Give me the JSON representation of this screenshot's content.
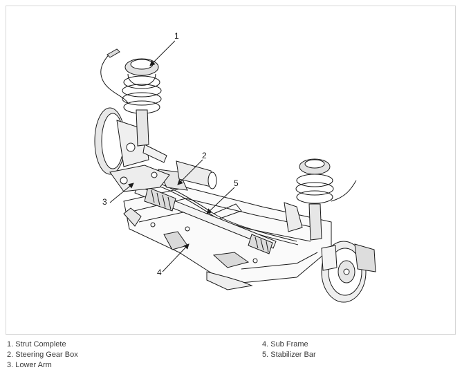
{
  "diagram": {
    "callouts": [
      "1",
      "2",
      "3",
      "4",
      "5"
    ]
  },
  "legend": {
    "left": [
      "1. Strut Complete",
      "2. Steering Gear Box",
      "3. Lower Arm"
    ],
    "right": [
      "4. Sub Frame",
      "5. Stabilizer Bar"
    ]
  },
  "colors": {
    "line": "#1a1a1a",
    "shade": "#9a9a9a",
    "frame_border": "#d6d6d6"
  }
}
